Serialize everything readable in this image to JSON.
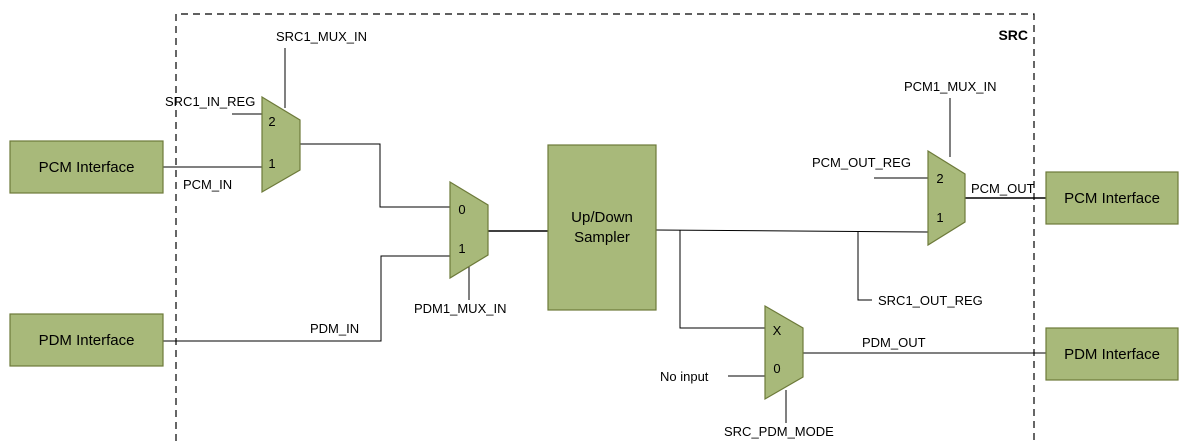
{
  "region_label": "SRC",
  "blocks": {
    "pcm_in": "PCM Interface",
    "pdm_in": "PDM Interface",
    "pcm_out": "PCM Interface",
    "pdm_out": "PDM Interface",
    "sampler_line1": "Up/Down",
    "sampler_line2": "Sampler"
  },
  "signals": {
    "src1_mux_in": "SRC1_MUX_IN",
    "src1_in_reg": "SRC1_IN_REG",
    "pcm_in": "PCM_IN",
    "pdm_in": "PDM_IN",
    "pdm1_mux_in": "PDM1_MUX_IN",
    "pcm1_mux_in": "PCM1_MUX_IN",
    "pcm_out_reg": "PCM_OUT_REG",
    "pcm_out": "PCM_OUT",
    "src1_out_reg": "SRC1_OUT_REG",
    "pdm_out": "PDM_OUT",
    "no_input": "No input",
    "src_pdm_mode": "SRC_PDM_MODE"
  },
  "muxes": {
    "src1": {
      "top": "2",
      "bottom": "1"
    },
    "pdm1": {
      "top": "0",
      "bottom": "1"
    },
    "pcm1": {
      "top": "2",
      "bottom": "1"
    },
    "srcpdm": {
      "top": "X",
      "bottom": "0"
    }
  },
  "colors": {
    "block_fill": "#a8b97a",
    "block_border": "#6d7a3a"
  }
}
